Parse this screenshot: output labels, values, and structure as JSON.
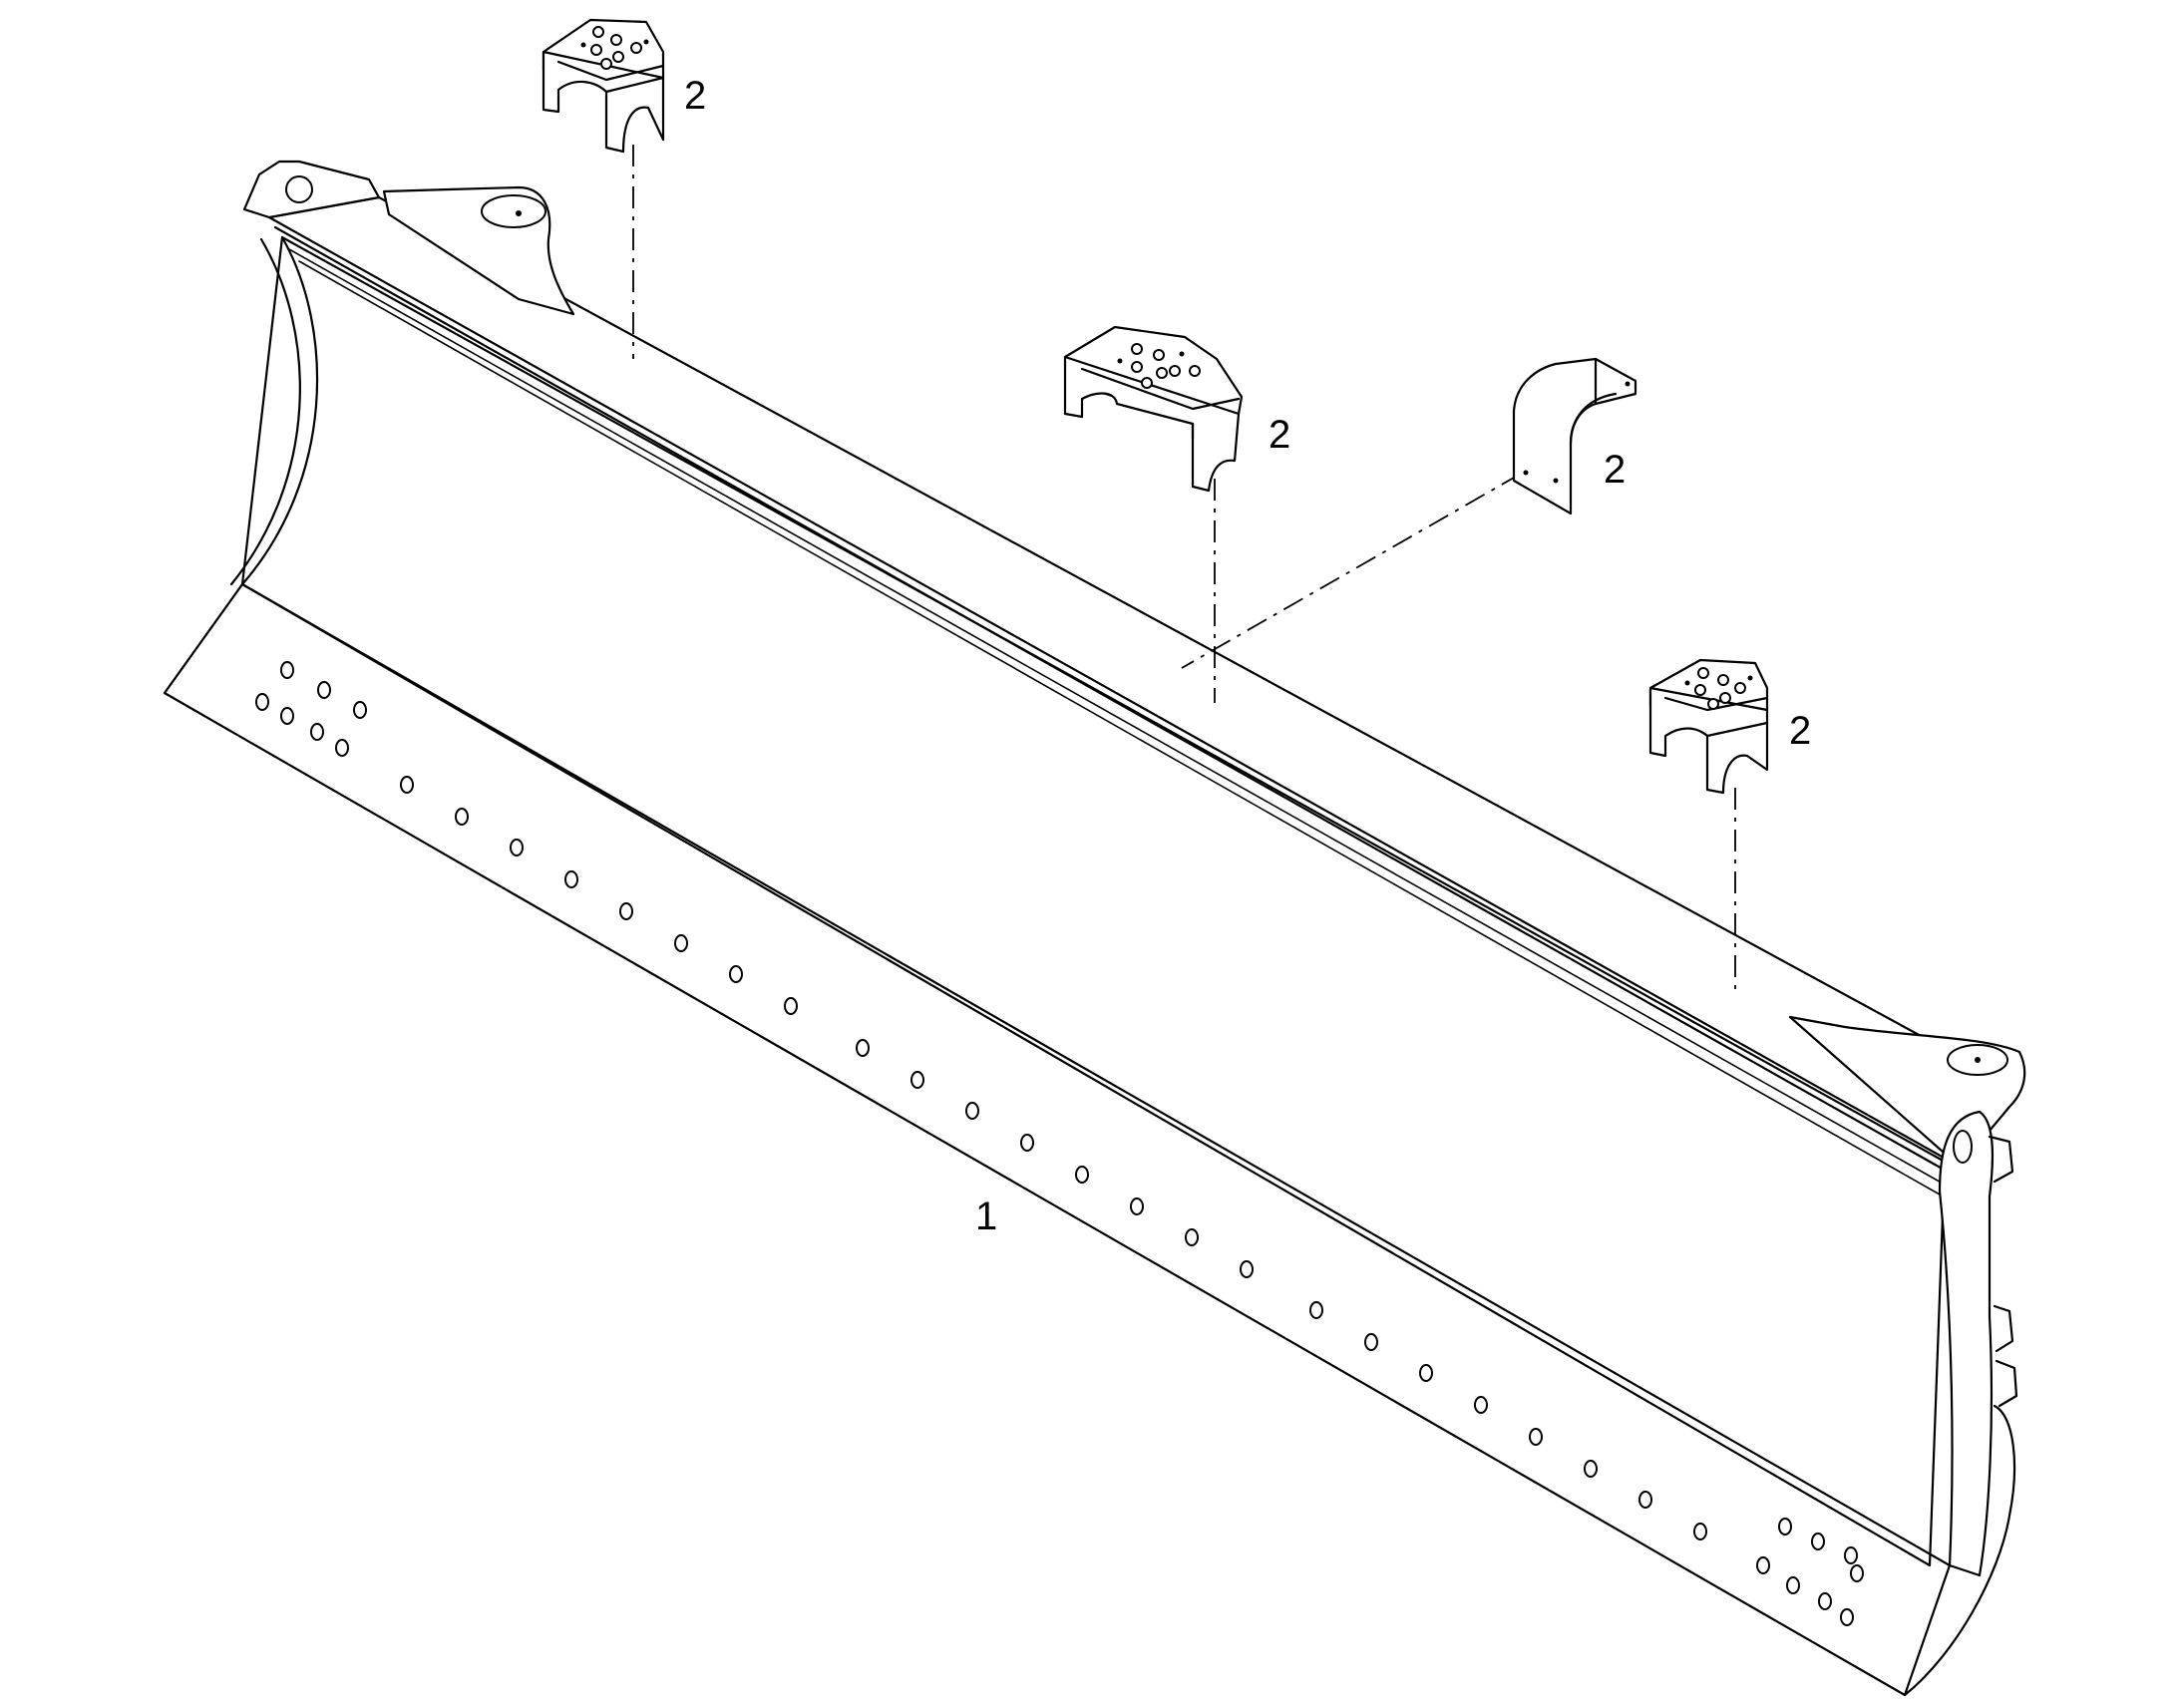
{
  "callouts": {
    "blade": "1",
    "bracket_left": "2",
    "bracket_center": "2",
    "bracket_small": "2",
    "bracket_right": "2"
  }
}
